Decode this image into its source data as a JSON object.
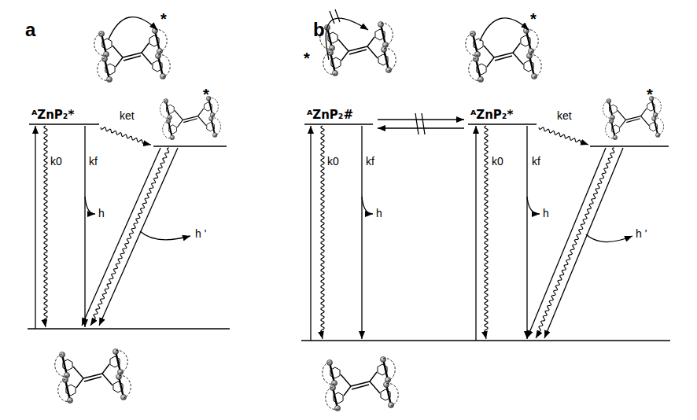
{
  "diagram": {
    "labels": [
      "a",
      "b",
      "*",
      "ᴬZnP₂*",
      "ket",
      "*",
      "k0",
      "kf",
      "h",
      "h '",
      "*",
      "*",
      "ᴬZnP₂#",
      "ᴬZnP₂*",
      "ket",
      "*",
      "k0",
      "kf",
      "h",
      "k0",
      "kf",
      "h",
      "h '"
    ]
  }
}
